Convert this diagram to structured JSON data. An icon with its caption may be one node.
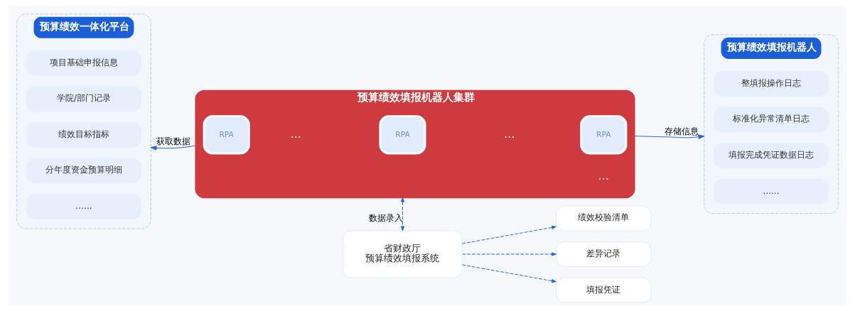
{
  "diagram": {
    "nodes": [
      {
        "text": [
          "预算绩效一体化平台"
        ]
      },
      {
        "text": [
          "项目基础申报信息"
        ],
        "in": 0
      },
      {
        "text": [
          "学院/部门记录"
        ],
        "in": 0
      },
      {
        "text": [
          "绩效目标指标"
        ],
        "in": 0
      },
      {
        "text": [
          "分年度资金预算明细"
        ],
        "in": 0
      },
      {
        "text": [
          "……"
        ],
        "in": 0
      },
      {
        "text": [
          "预算绩效填报机器人集群"
        ]
      },
      {
        "text": [
          "RPA"
        ],
        "in": 6
      },
      {
        "text": [
          "RPA"
        ],
        "in": 6
      },
      {
        "text": [
          "RPA"
        ],
        "in": 6
      },
      {
        "text": [
          "预算绩效填报机器人"
        ]
      },
      {
        "text": [
          "整填报操作日志"
        ],
        "in": 10
      },
      {
        "text": [
          "标准化异常清单日志"
        ],
        "in": 10
      },
      {
        "text": [
          "填报完成凭证数据日志"
        ],
        "in": 10
      },
      {
        "text": [
          "……"
        ],
        "in": 10
      },
      {
        "text": [
          "省财政厅",
          "预算绩效填报系统"
        ]
      },
      {
        "text": [
          "绩效校验清单"
        ]
      },
      {
        "text": [
          "差异记录"
        ]
      },
      {
        "text": [
          "填报凭证"
        ]
      }
    ],
    "edges": [
      {
        "from": 6,
        "to": 0,
        "arrow": "to",
        "label": "获取数据"
      },
      {
        "from": 6,
        "to": 10,
        "arrow": "to",
        "label": "存储信息"
      },
      {
        "from": 6,
        "to": 15,
        "arrow": "both",
        "label": "数据录入",
        "style": "dashed"
      },
      {
        "from": 15,
        "to": 16,
        "arrow": "to",
        "style": "dashed"
      },
      {
        "from": 15,
        "to": 17,
        "arrow": "to",
        "style": "dashed"
      },
      {
        "from": 15,
        "to": 18,
        "arrow": "to",
        "style": "dashed"
      }
    ],
    "labels": [
      "…",
      "…",
      "…"
    ]
  }
}
